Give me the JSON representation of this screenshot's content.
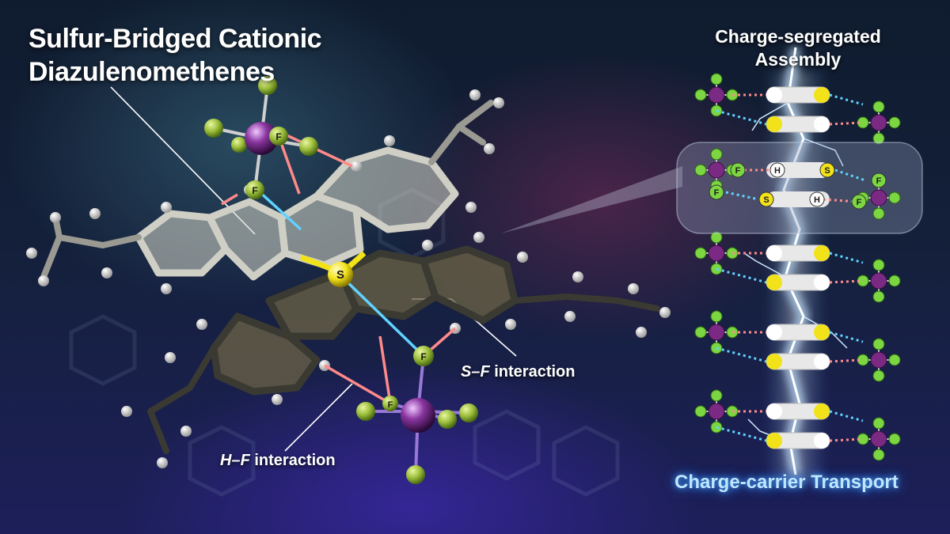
{
  "title": {
    "line1": "Sulfur-Bridged Cationic",
    "line2": "Diazulenomethenes"
  },
  "assembly": {
    "title_line1": "Charge-segregated",
    "title_line2": "Assembly",
    "footer": "Charge-carrier Transport"
  },
  "interactions": {
    "sf_element": "S",
    "sf_partner": "F",
    "sf_suffix": "interaction",
    "hf_element": "H",
    "hf_partner": "F",
    "hf_suffix": "interaction",
    "dash": "–"
  },
  "atom_labels": {
    "sulfur": "S",
    "fluorine": "F",
    "hydrogen": "H"
  },
  "colors": {
    "sulfur": "#f2e21a",
    "fluorine": "#8fdc32",
    "phosphorus": "#7a2a82",
    "sf_line": "#5fd3ff",
    "hf_line": "#ff8a8a",
    "lightning": "#cfe9ff"
  }
}
